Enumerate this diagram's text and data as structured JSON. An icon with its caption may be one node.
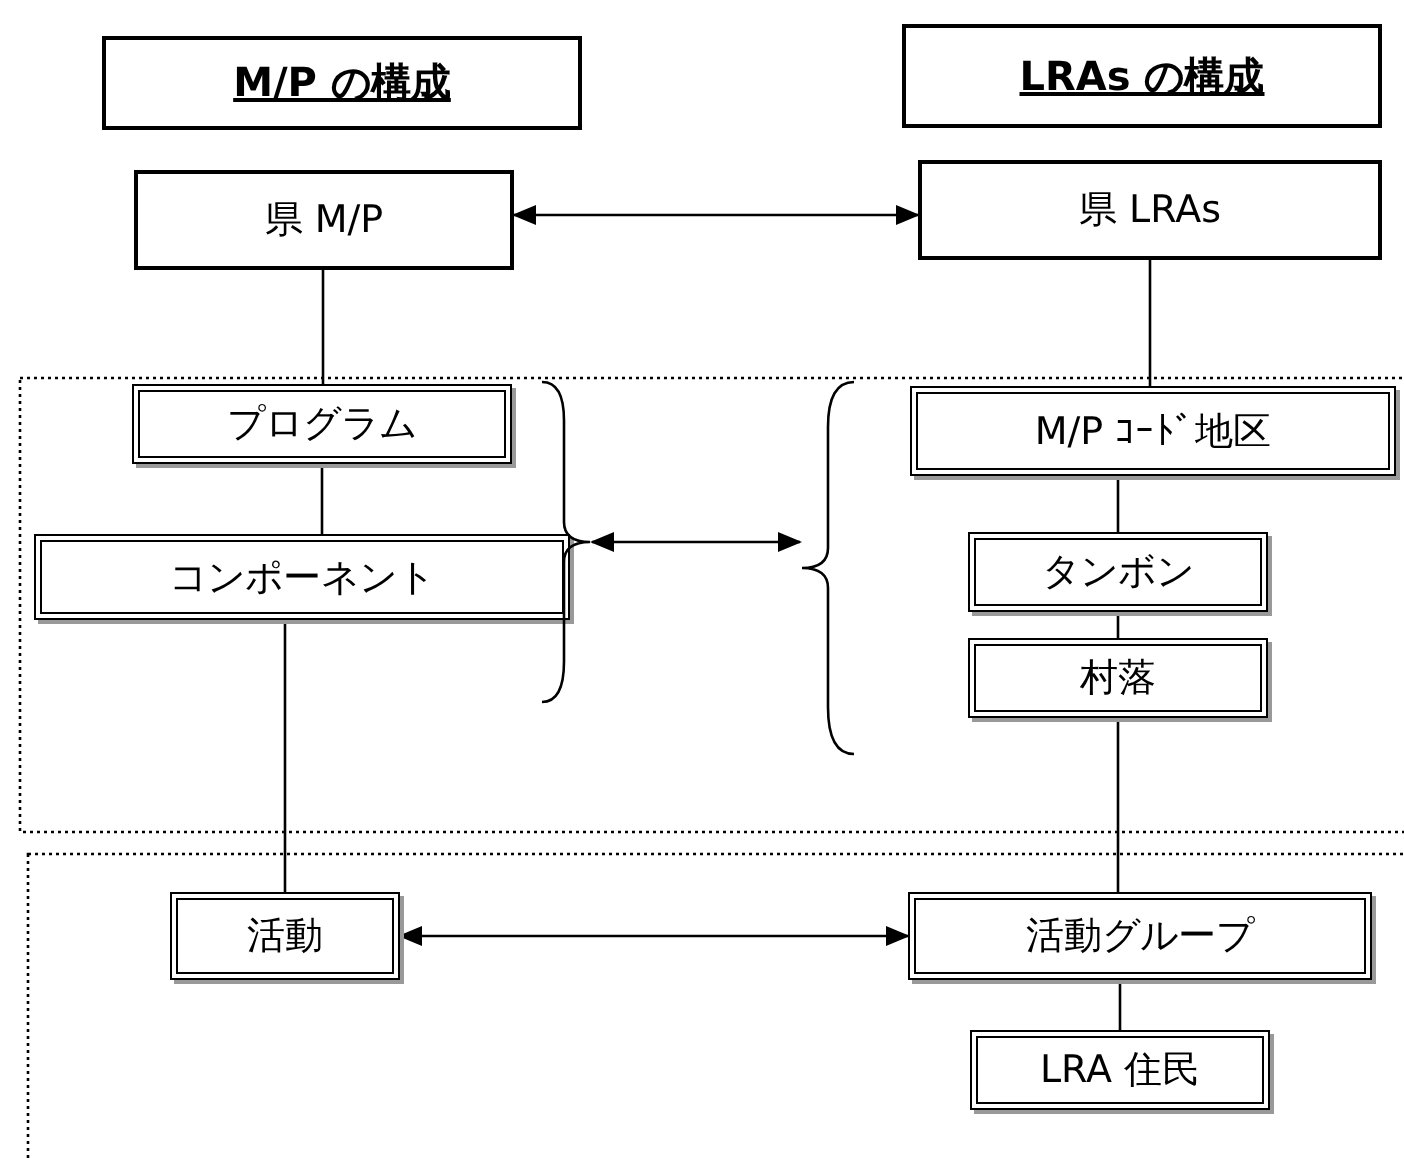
{
  "diagram": {
    "nodes": [
      {
        "text": [
          "M/P の構成"
        ]
      },
      {
        "text": [
          "LRAs の構成"
        ]
      },
      {
        "text": [
          "県 M/P"
        ]
      },
      {
        "text": [
          "県 LRAs"
        ]
      },
      {
        "text": [
          "プログラム"
        ]
      },
      {
        "text": [
          "コンポーネント"
        ]
      },
      {
        "text": [
          "M/P ｺｰﾄﾞ地区"
        ]
      },
      {
        "text": [
          "タンボン"
        ]
      },
      {
        "text": [
          "村落"
        ]
      },
      {
        "text": [
          "活動"
        ]
      },
      {
        "text": [
          "活動グループ"
        ]
      },
      {
        "text": [
          "LRA 住民"
        ]
      },
      {
        "text": [],
        "shape": "brace"
      },
      {
        "text": [],
        "shape": "brace"
      }
    ],
    "edges": [
      {
        "from": 2,
        "to": 3,
        "arrow": "both"
      },
      {
        "from": 2,
        "to": 4,
        "arrow": "none"
      },
      {
        "from": 4,
        "to": 5,
        "arrow": "none"
      },
      {
        "from": 5,
        "to": 9,
        "arrow": "none"
      },
      {
        "from": 3,
        "to": 6,
        "arrow": "none"
      },
      {
        "from": 6,
        "to": 7,
        "arrow": "none"
      },
      {
        "from": 7,
        "to": 8,
        "arrow": "none"
      },
      {
        "from": 8,
        "to": 10,
        "arrow": "none"
      },
      {
        "from": 10,
        "to": 11,
        "arrow": "none"
      },
      {
        "from": 12,
        "to": 13,
        "arrow": "both"
      },
      {
        "from": 9,
        "to": 10,
        "arrow": "both"
      }
    ]
  }
}
